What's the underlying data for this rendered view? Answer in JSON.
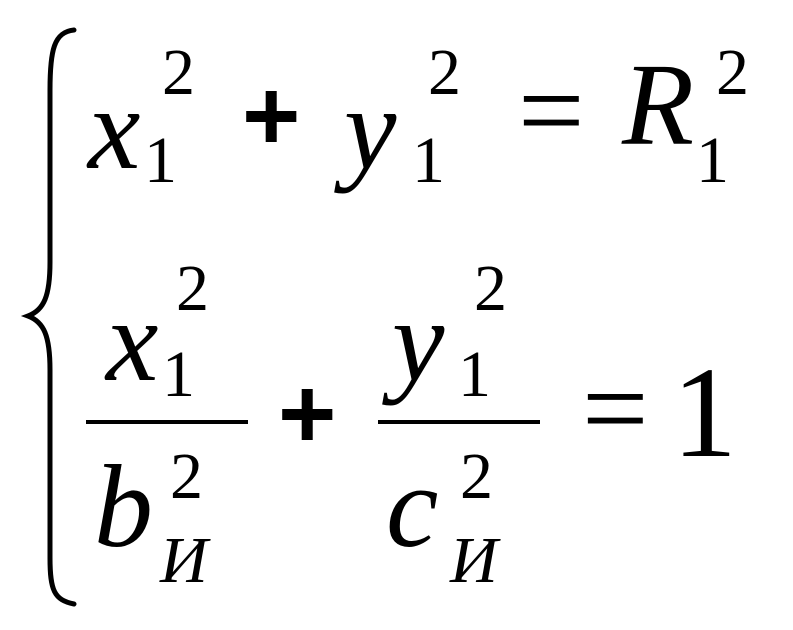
{
  "system": {
    "equation1": {
      "x": "x",
      "x_sub": "1",
      "x_sup": "2",
      "plus": "+",
      "y": "y",
      "y_sub": "1",
      "y_sup": "2",
      "equals": "=",
      "r": "R",
      "r_sub": "1",
      "r_sup": "2"
    },
    "equation2": {
      "frac1_num_var": "x",
      "frac1_num_sub": "1",
      "frac1_num_sup": "2",
      "frac1_den_var": "b",
      "frac1_den_sub": "И",
      "frac1_den_sup": "2",
      "plus": "+",
      "frac2_num_var": "y",
      "frac2_num_sub": "1",
      "frac2_num_sup": "2",
      "frac2_den_var": "c",
      "frac2_den_sub": "И",
      "frac2_den_sup": "2",
      "equals": "=",
      "rhs": "1"
    }
  }
}
